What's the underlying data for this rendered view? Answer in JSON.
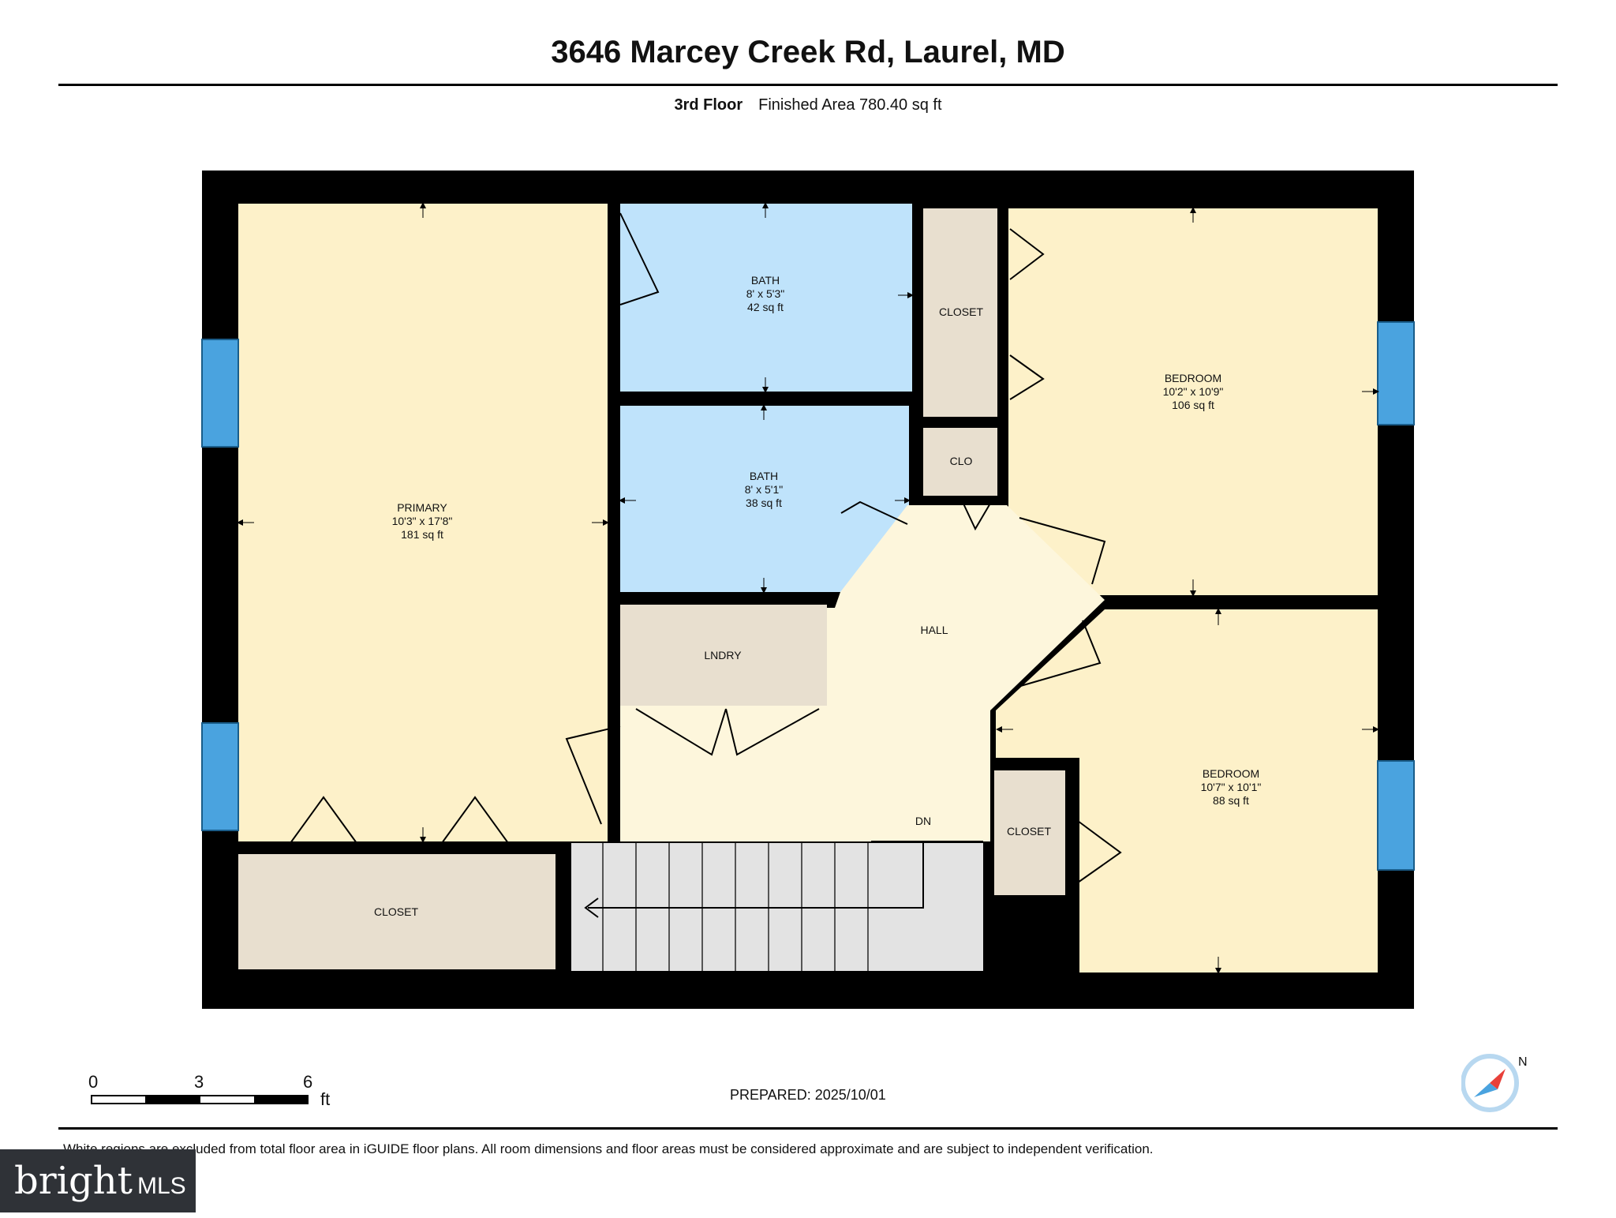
{
  "header": {
    "title": "3646 Marcey Creek Rd, Laurel, MD",
    "floor_label": "3rd Floor",
    "finished_area": "Finished Area 780.40 sq ft"
  },
  "rooms": {
    "primary": {
      "name": "PRIMARY",
      "dims": "10'3\" x 17'8\"",
      "area": "181 sq ft"
    },
    "bath1": {
      "name": "BATH",
      "dims": "8' x 5'3\"",
      "area": "42 sq ft"
    },
    "bath2": {
      "name": "BATH",
      "dims": "8' x 5'1\"",
      "area": "38 sq ft"
    },
    "closet_top": {
      "name": "CLOSET"
    },
    "clo": {
      "name": "CLO"
    },
    "bedroom1": {
      "name": "BEDROOM",
      "dims": "10'2\" x 10'9\"",
      "area": "106 sq ft"
    },
    "bedroom2": {
      "name": "BEDROOM",
      "dims": "10'7\" x 10'1\"",
      "area": "88 sq ft"
    },
    "lndry": {
      "name": "LNDRY"
    },
    "hall": {
      "name": "HALL"
    },
    "dn": {
      "name": "DN"
    },
    "closet_primary": {
      "name": "CLOSET"
    },
    "closet_bed2": {
      "name": "CLOSET"
    }
  },
  "scale": {
    "ticks": [
      "0",
      "3",
      "6"
    ],
    "unit": "ft"
  },
  "footer": {
    "prepared": "PREPARED: 2025/10/01",
    "disclaimer": "White regions are excluded from total floor area in iGUIDE floor plans. All room dimensions and floor areas must be considered approximate and are subject to independent verification.",
    "brand": "bright",
    "brand_suffix": "MLS",
    "compass_label": "N"
  },
  "colors": {
    "wall": "#000000",
    "room_fill": "#fdf1c9",
    "bath_fill": "#bfe3fb",
    "closet_fill": "#e8dfcf",
    "hall_fill": "#fdf6dc",
    "stairs_fill": "#e3e3e3",
    "window": "#4aa3df"
  }
}
